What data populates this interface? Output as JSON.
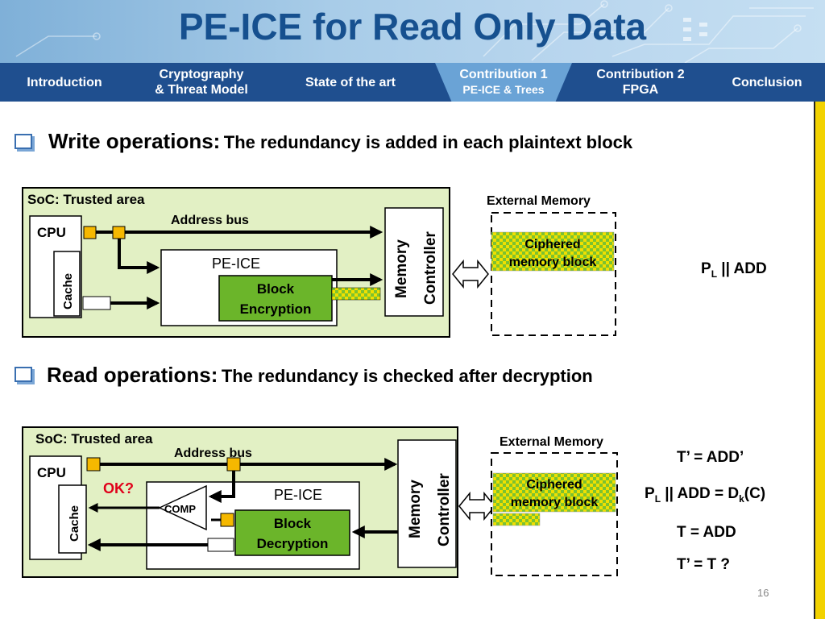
{
  "title": "PE-ICE for Read Only Data",
  "nav": {
    "items": [
      {
        "label_1": "Introduction",
        "label_2": ""
      },
      {
        "label_1": "Cryptography",
        "label_2": "& Threat Model"
      },
      {
        "label_1": "State of the art",
        "label_2": ""
      },
      {
        "label_1": "Contribution 1",
        "label_2": "PE-ICE & Trees"
      },
      {
        "label_1": "Contribution 2",
        "label_2": "FPGA"
      },
      {
        "label_1": "Conclusion",
        "label_2": ""
      }
    ]
  },
  "write": {
    "heading_bold": "Write operations:",
    "heading_rest": "The redundancy is added in each plaintext block",
    "soc_label": "SoC: Trusted area",
    "cpu_label": "CPU",
    "cache_label": "Cache",
    "address_bus_label": "Address bus",
    "peice_label": "PE-ICE",
    "block_line1": "Block",
    "block_line2": "Encryption",
    "mc_line1": "Memory",
    "mc_line2": "Controller",
    "ext_mem_label": "External Memory",
    "cipher_line1": "Ciphered",
    "cipher_line2": "memory block",
    "formula_p": "P",
    "formula_sub": "L",
    "formula_rest": " || ADD"
  },
  "read": {
    "heading_bold": "Read operations:",
    "heading_rest": "The redundancy is checked after decryption",
    "soc_label": "SoC: Trusted area",
    "cpu_label": "CPU",
    "cache_label": "Cache",
    "address_bus_label": "Address bus",
    "ok_label": "OK?",
    "comp_label": "COMP",
    "peice_label": "PE-ICE",
    "block_line1": "Block",
    "block_line2": "Decryption",
    "mc_line1": "Memory",
    "mc_line2": "Controller",
    "ext_mem_label": "External Memory",
    "cipher_line1": "Ciphered",
    "cipher_line2": "memory block",
    "eq1": "T’ = ADD’",
    "eq2_p": "P",
    "eq2_sub": "L",
    "eq2_mid": " || ADD = D",
    "eq2_sub2": "k",
    "eq2_end": "(C)",
    "eq3": "T = ADD",
    "eq4": "T’ = T ?"
  },
  "page_number": "16",
  "colors": {
    "title": "#16508f",
    "nav_bg": "#1f4f8f",
    "nav_active": "#6aa3d6",
    "soc_fill": "#e2f0c4",
    "block_green": "#6bb52a",
    "ok_red": "#e0001a",
    "port_orange": "#f5b800",
    "strip_yellow": "#f2d200"
  }
}
